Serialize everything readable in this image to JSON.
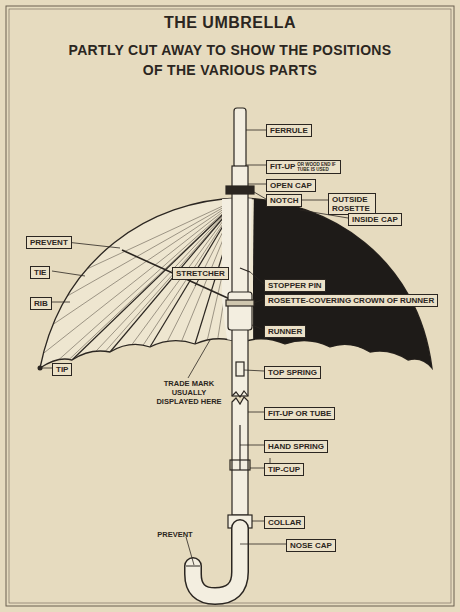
{
  "diagram": {
    "title": "THE UMBRELLA",
    "nodes": [
      {
        "text": [
          "FERRULE"
        ]
      },
      {
        "text": [
          "FIT-UP",
          "OR WOOD END IF TUBE IS USED"
        ]
      },
      {
        "text": [
          "OPEN CAP"
        ]
      },
      {
        "text": [
          "NOTCH"
        ]
      },
      {
        "text": [
          "OUTSIDE ROSETTE"
        ]
      },
      {
        "text": [
          "INSIDE CAP"
        ]
      },
      {
        "text": [
          "PREVENT"
        ]
      },
      {
        "text": [
          "TIE"
        ]
      },
      {
        "text": [
          "STRETCHER"
        ]
      },
      {
        "text": [
          "STOPPER PIN"
        ]
      },
      {
        "text": [
          "RIB"
        ]
      },
      {
        "text": [
          "ROSETTE-COVERING CROWN OF RUNNER"
        ]
      },
      {
        "text": [
          "RUNNER"
        ]
      },
      {
        "text": [
          "TIP"
        ]
      },
      {
        "text": [
          "TOP SPRING"
        ]
      },
      {
        "text": [
          "FIT-UP OR TUBE"
        ]
      },
      {
        "text": [
          "HAND SPRING"
        ]
      },
      {
        "text": [
          "TIP-CUP"
        ]
      },
      {
        "text": [
          "COLLAR"
        ]
      },
      {
        "text": [
          "NOSE CAP"
        ]
      }
    ],
    "labels": [
      "PARTLY CUT AWAY TO SHOW THE POSITIONS OF THE VARIOUS PARTS",
      "TRADE MARK USUALLY DISPLAYED HERE",
      "PREVENT"
    ]
  }
}
